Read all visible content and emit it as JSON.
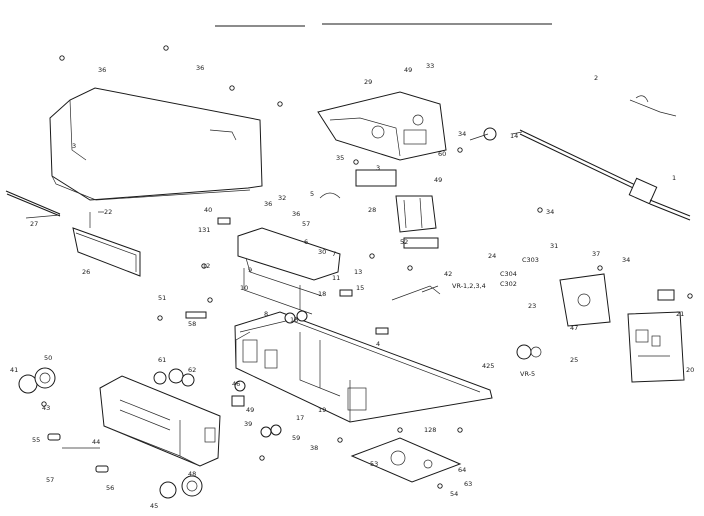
{
  "labels": [
    {
      "id": "l33",
      "text": "33"
    },
    {
      "id": "l49a",
      "text": "49"
    },
    {
      "id": "l29",
      "text": "29"
    },
    {
      "id": "l2",
      "text": "2"
    },
    {
      "id": "l14",
      "text": "14"
    },
    {
      "id": "l1",
      "text": "1"
    },
    {
      "id": "l3a",
      "text": "3"
    },
    {
      "id": "l35",
      "text": "35"
    },
    {
      "id": "l60",
      "text": "60"
    },
    {
      "id": "l34a",
      "text": "34"
    },
    {
      "id": "l36a",
      "text": "36"
    },
    {
      "id": "l27",
      "text": "27"
    },
    {
      "id": "l22",
      "text": "22"
    },
    {
      "id": "l26",
      "text": "26"
    },
    {
      "id": "l131",
      "text": "131"
    },
    {
      "id": "l40",
      "text": "40"
    },
    {
      "id": "l32",
      "text": "32"
    },
    {
      "id": "l36b",
      "text": "36"
    },
    {
      "id": "l57a",
      "text": "57"
    },
    {
      "id": "l28",
      "text": "28"
    },
    {
      "id": "l52",
      "text": "52"
    },
    {
      "id": "l12",
      "text": "12"
    },
    {
      "id": "l30",
      "text": "30"
    },
    {
      "id": "l10",
      "text": "10"
    },
    {
      "id": "l18",
      "text": "18"
    },
    {
      "id": "l42",
      "text": "42"
    },
    {
      "id": "lvr",
      "text": "VR-1,2,3,4"
    },
    {
      "id": "lc303",
      "text": "C303"
    },
    {
      "id": "lc304",
      "text": "C304"
    },
    {
      "id": "lc302",
      "text": "C302"
    },
    {
      "id": "l23",
      "text": "23"
    },
    {
      "id": "l37",
      "text": "37"
    },
    {
      "id": "l34b",
      "text": "34"
    },
    {
      "id": "l51",
      "text": "51"
    },
    {
      "id": "l58",
      "text": "58"
    },
    {
      "id": "l16",
      "text": "16"
    },
    {
      "id": "l8",
      "text": "8"
    },
    {
      "id": "l4",
      "text": "4"
    },
    {
      "id": "l61",
      "text": "61"
    },
    {
      "id": "l62",
      "text": "62"
    },
    {
      "id": "l46",
      "text": "46"
    },
    {
      "id": "l49b",
      "text": "49"
    },
    {
      "id": "l50",
      "text": "50"
    },
    {
      "id": "l41",
      "text": "41"
    },
    {
      "id": "l43",
      "text": "43"
    },
    {
      "id": "l55",
      "text": "55"
    },
    {
      "id": "l44",
      "text": "44"
    },
    {
      "id": "l57b",
      "text": "57"
    },
    {
      "id": "l56",
      "text": "56"
    },
    {
      "id": "l45",
      "text": "45"
    },
    {
      "id": "l48",
      "text": "48"
    },
    {
      "id": "l53",
      "text": "53"
    },
    {
      "id": "l128",
      "text": "128"
    },
    {
      "id": "l54",
      "text": "54"
    },
    {
      "id": "l63",
      "text": "63"
    },
    {
      "id": "l64",
      "text": "64"
    },
    {
      "id": "l425",
      "text": "425"
    },
    {
      "id": "l25",
      "text": "25"
    },
    {
      "id": "l21",
      "text": "21"
    },
    {
      "id": "l20",
      "text": "20"
    },
    {
      "id": "l38",
      "text": "38"
    },
    {
      "id": "l19",
      "text": "19"
    },
    {
      "id": "l17",
      "text": "17"
    },
    {
      "id": "l39",
      "text": "39"
    },
    {
      "id": "l59",
      "text": "59"
    },
    {
      "id": "l5",
      "text": "5"
    },
    {
      "id": "l6",
      "text": "6"
    },
    {
      "id": "l7",
      "text": "7"
    },
    {
      "id": "l9",
      "text": "9"
    },
    {
      "id": "l11",
      "text": "11"
    },
    {
      "id": "l13",
      "text": "13"
    },
    {
      "id": "l15",
      "text": "15"
    },
    {
      "id": "l24",
      "text": "24"
    },
    {
      "id": "l31",
      "text": "31"
    },
    {
      "id": "l47",
      "text": "47"
    },
    {
      "id": "lvr5",
      "text": "VR-5"
    },
    {
      "id": "l36c",
      "text": "36"
    },
    {
      "id": "l36d",
      "text": "36"
    },
    {
      "id": "l3b",
      "text": "3"
    },
    {
      "id": "l34c",
      "text": "34"
    },
    {
      "id": "l49c",
      "text": "49"
    }
  ]
}
